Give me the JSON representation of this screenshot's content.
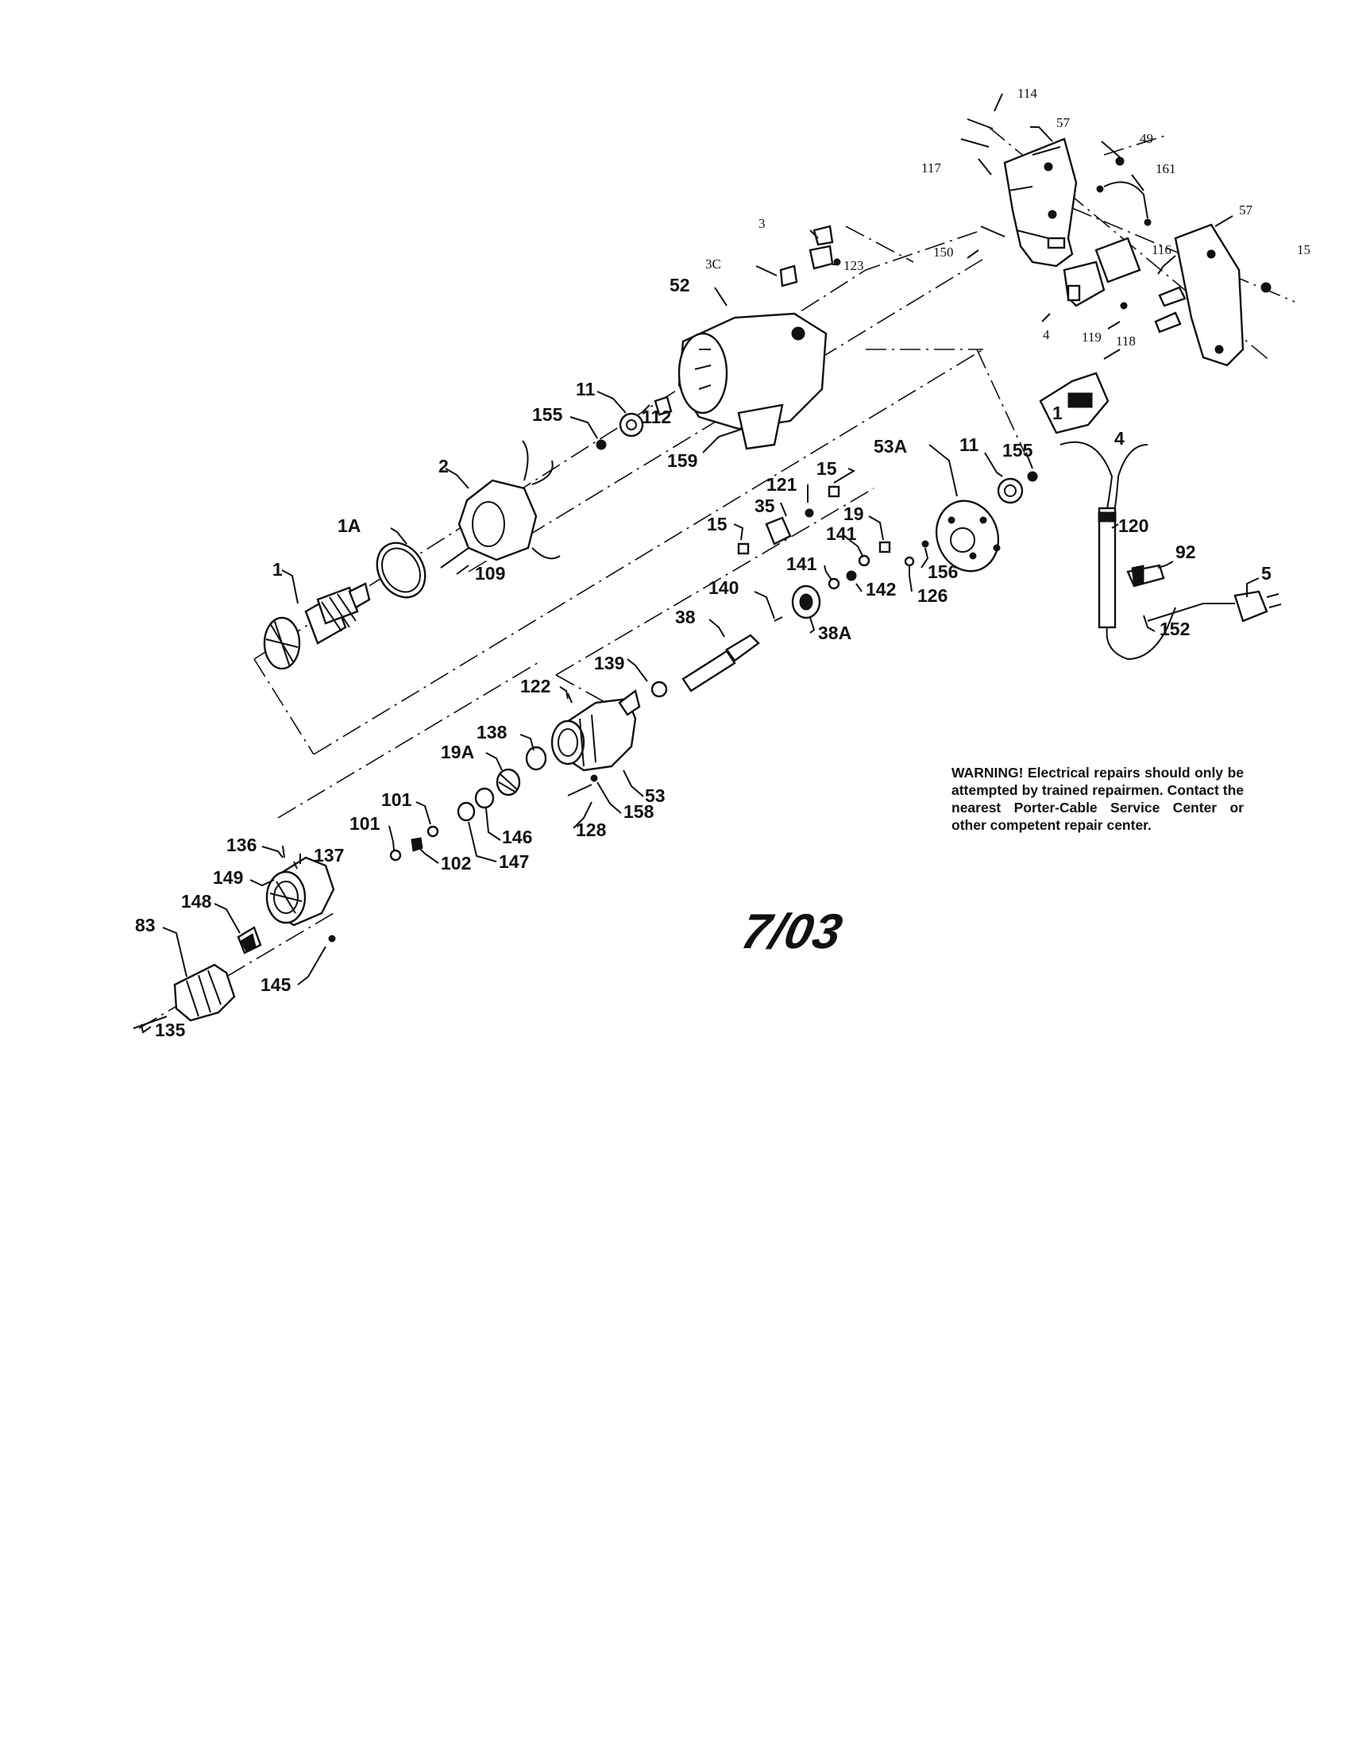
{
  "warning_text": "WARNING! Electrical repairs should only be attempted by trained repairmen. Contact the nearest Porter-Cable Service Center or other competent repair center.",
  "date_stamp": "7/03",
  "part_labels": {
    "p114": "114",
    "p57a": "57",
    "p49": "49",
    "p117": "117",
    "p161": "161",
    "p57b": "57",
    "p15r": "15",
    "p116": "116",
    "p150": "150",
    "p3": "3",
    "p3c": "3C",
    "p123": "123",
    "p4a": "4",
    "p119": "119",
    "p118": "118",
    "p52": "52",
    "p1sw": "1",
    "p4b": "4",
    "p11a": "11",
    "p155a": "155",
    "p112": "112",
    "p159": "159",
    "p53a": "53A",
    "p11b": "11",
    "p155b": "155",
    "p15a": "15",
    "p121": "121",
    "p2": "2",
    "p35": "35",
    "p19": "19",
    "p15b": "15",
    "p141a": "141",
    "p120": "120",
    "p1a": "1A",
    "p141b": "141",
    "p156": "156",
    "p92": "92",
    "p109": "109",
    "p142": "142",
    "p126": "126",
    "p5": "5",
    "p1": "1",
    "p140": "140",
    "p152": "152",
    "p38": "38",
    "p38a": "38A",
    "p139": "139",
    "p122": "122",
    "p138": "138",
    "p19a": "19A",
    "p53": "53",
    "p158": "158",
    "p101a": "101",
    "p146": "146",
    "p128": "128",
    "p101b": "101",
    "p102": "102",
    "p147": "147",
    "p136": "136",
    "p137": "137",
    "p149": "149",
    "p148": "148",
    "p83": "83",
    "p145": "145",
    "p135": "135"
  }
}
